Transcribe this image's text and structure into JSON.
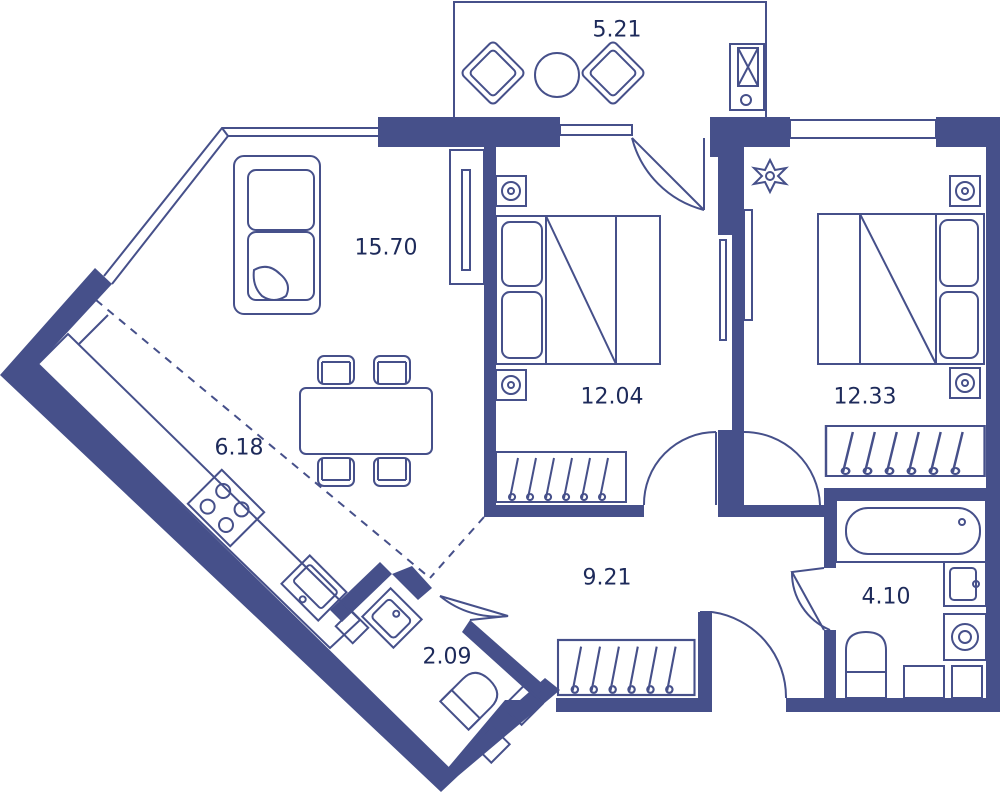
{
  "colors": {
    "wall": "#46508a",
    "line": "#46508a",
    "text": "#1d2a5a",
    "background": "#ffffff"
  },
  "rooms": [
    {
      "id": "balcony",
      "area": "5.21"
    },
    {
      "id": "living-room",
      "area": "15.70"
    },
    {
      "id": "kitchen",
      "area": "6.18"
    },
    {
      "id": "bedroom-1",
      "area": "12.04"
    },
    {
      "id": "bedroom-2",
      "area": "12.33"
    },
    {
      "id": "hallway",
      "area": "9.21"
    },
    {
      "id": "bathroom",
      "area": "4.10"
    },
    {
      "id": "wc",
      "area": "2.09"
    }
  ],
  "furniture_icons": [
    "sofa-icon",
    "dining-table-icon",
    "chair-icon",
    "double-bed-icon",
    "nightstand-icon",
    "wardrobe-icon",
    "stove-icon",
    "kitchen-sink-icon",
    "bathtub-icon",
    "washbasin-icon",
    "toilet-icon",
    "washing-machine-icon",
    "plant-icon",
    "armchair-icon",
    "round-table-icon",
    "door-icon",
    "window-icon"
  ]
}
